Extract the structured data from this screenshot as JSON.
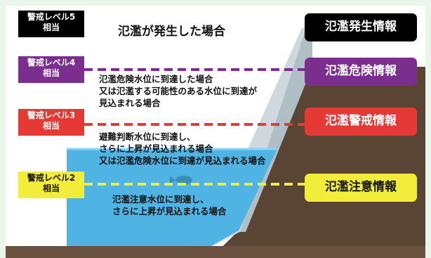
{
  "title": "氾濫が発生した場合",
  "levels": [
    {
      "line1": "警戒レベル5",
      "line2": "相当"
    },
    {
      "line1": "警戒レベル4",
      "line2": "相当"
    },
    {
      "line1": "警戒レベル3",
      "line2": "相当"
    },
    {
      "line1": "警戒レベル2",
      "line2": "相当"
    }
  ],
  "info": [
    {
      "label": "氾濫発生情報"
    },
    {
      "label": "氾濫危険情報"
    },
    {
      "label": "氾濫警戒情報"
    },
    {
      "label": "氾濫注意情報"
    }
  ],
  "descriptions": {
    "level4": [
      "氾濫危険水位に到達した場合",
      "又は氾濫する可能性のある水位に到達が",
      "見込まれる場合"
    ],
    "level3": [
      "避難判断水位に到達し、",
      "さらに上昇が見込まれる場合",
      "又は氾濫危険水位に到達が見込まれる場合"
    ],
    "level2": [
      "氾濫注意水位に到達し、",
      "さらに上昇が見込まれる場合"
    ]
  },
  "colors": {
    "level5": "#000000",
    "level4": "#7a2f8e",
    "level3": "#e53935",
    "level2": "#f2ec3a",
    "water": "#4fb3e3",
    "soil": "#5a4434",
    "background": "#eaf6ea"
  }
}
